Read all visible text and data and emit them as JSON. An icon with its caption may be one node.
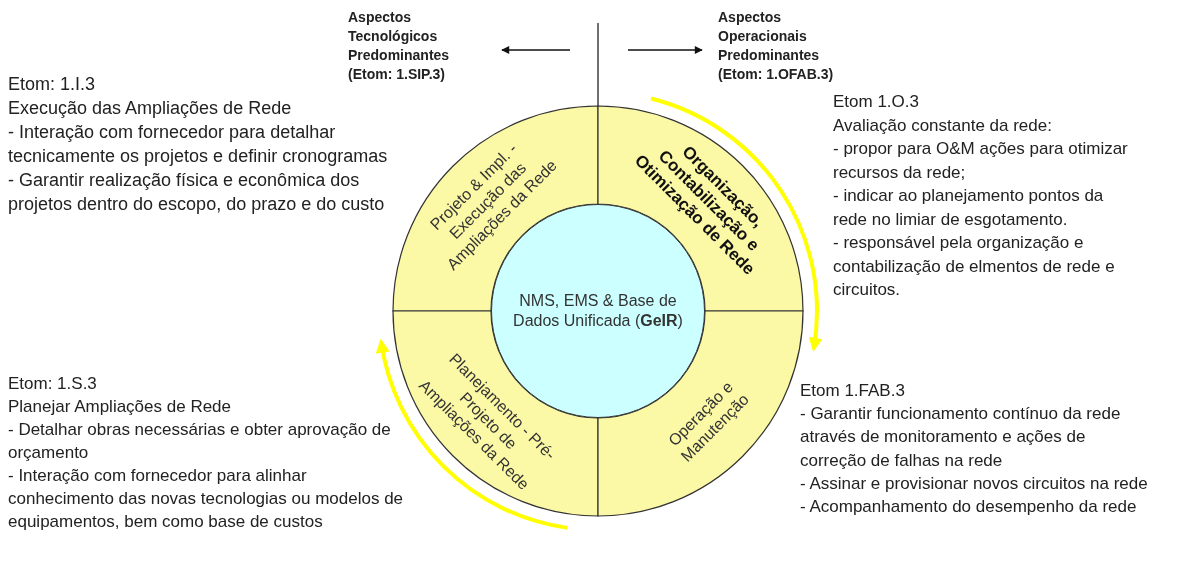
{
  "diagram": {
    "nodes": [
      {
        "text": [
          "Projeto & Impl. - Execução das Ampliações da Rede"
        ]
      },
      {
        "text": [
          "Organização, Contabilização e Otimização de Rede"
        ]
      },
      {
        "text": [
          "Planejamento - Pré-Projeto de Ampliações da Rede"
        ]
      },
      {
        "text": [
          "Operação e Manutenção"
        ]
      },
      {
        "text": [
          "NMS, EMS & Base de Dados Unificada (**GeIR**)"
        ]
      }
    ],
    "labels": [
      "Aspectos Tecnológicos Predominantes (Etom: 1.SIP.3)",
      "Aspectos Operacionais Predominantes (Etom: 1.OFAB.3)",
      "Etom: 1.I.3",
      "Execução das Ampliações de Rede",
      "- Interação com fornecedor para detalhar tecnicamente os projetos e definir cronogramas",
      "- Garantir realização física e econômica dos projetos dentro do escopo, do prazo e do custo",
      "Etom 1.O.3",
      "Avaliação constante da rede:",
      "- propor para O&M ações para otimizar recursos da rede;",
      "- indicar ao planejamento pontos da rede no limiar de esgotamento.",
      "- responsável pela organização e contabilização de elmentos de rede e circuitos.",
      "Etom: 1.S.3",
      "Planejar Ampliações de Rede",
      "- Detalhar obras necessárias e obter aprovação de orçamento",
      "- Interação com fornecedor para alinhar conhecimento das novas tecnologias ou modelos de equipamentos, bem como base de custos",
      "Etom 1.FAB.3",
      "- Garantir funcionamento contínuo da rede através de monitoramento e ações de correção de falhas na rede",
      "- Assinar e provisionar novos circuitos na rede",
      "- Acompanhamento do desempenho da rede"
    ]
  }
}
